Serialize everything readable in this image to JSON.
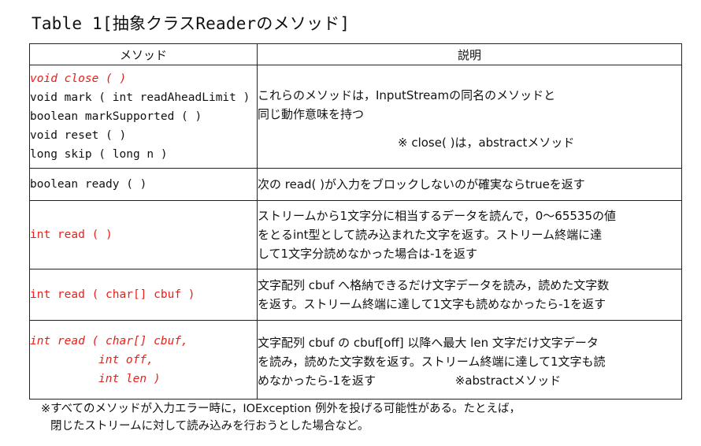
{
  "title": "Table 1[抽象クラスReaderのメソッド]",
  "columns": {
    "method": "メソッド",
    "description": "説明"
  },
  "rows": [
    {
      "method_lines": [
        "void close ( )",
        "void mark ( int readAheadLimit )",
        "boolean markSupported ( )",
        "void reset ( )",
        "long skip ( long n )"
      ],
      "desc_lines": [
        "これらのメソッドは，InputStreamの同名のメソッドと",
        "同じ動作意味を持つ"
      ],
      "note": "※ close( )は，abstractメソッド"
    },
    {
      "method_lines": [
        "boolean ready ( )"
      ],
      "desc_lines": [
        "次の read( )が入力をブロックしないのが確実ならtrueを返す"
      ]
    },
    {
      "method_lines": [
        "int read ( )"
      ],
      "desc_lines": [
        "ストリームから1文字分に相当するデータを読んで，0〜65535の値",
        "をとるint型として読み込まれた文字を返す。ストリーム終端に達",
        "して1文字分読めなかった場合は-1を返す"
      ]
    },
    {
      "method_lines": [
        "int read ( char[] cbuf )"
      ],
      "desc_lines": [
        "文字配列 cbuf へ格納できるだけ文字データを読み，読めた文字数",
        "を返す。ストリーム終端に達して1文字も読めなかったら-1を返す"
      ]
    },
    {
      "method_lines": [
        "int read ( char[] cbuf,",
        "int off,",
        "int len )"
      ],
      "desc_lines": [
        "文字配列 cbuf の cbuf[off] 以降へ最大 len 文字だけ文字データ",
        "を読み，読めた文字数を返す。ストリーム終端に達して1文字も読",
        "めなかったら-1を返す"
      ],
      "note": "※abstractメソッド"
    }
  ],
  "footnote": [
    "※すべてのメソッドが入力エラー時に，IOException 例外を投げる可能性がある。たとえば，",
    "閉じたストリームに対して読み込みを行おうとした場合など。"
  ],
  "colors": {
    "abstract_method": "#e8201a",
    "border": "#222222"
  }
}
